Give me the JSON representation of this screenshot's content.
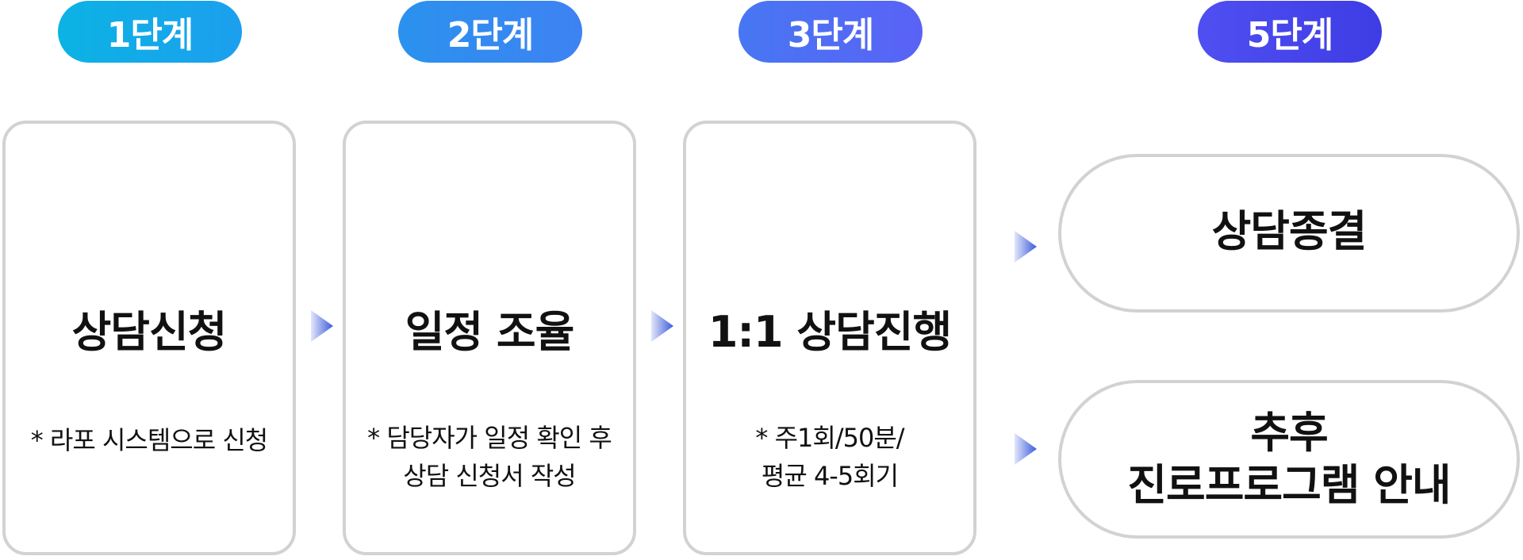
{
  "steps": [
    {
      "badge": "1단계",
      "title": "상담신청",
      "note": [
        "* 라포 시스템으로 신청"
      ]
    },
    {
      "badge": "2단계",
      "title": "일정 조율",
      "note": [
        "* 담당자가 일정 확인 후",
        "상담 신청서 작성"
      ]
    },
    {
      "badge": "3단계",
      "title": "1:1 상담진행",
      "note": [
        "* 주1회/50분/",
        "평균 4-5회기"
      ]
    }
  ],
  "final_step": {
    "badge": "5단계",
    "outcomes": [
      {
        "lines": [
          "상담종결"
        ]
      },
      {
        "lines": [
          "추후",
          "진로프로그램 안내"
        ]
      }
    ]
  },
  "colors": {
    "badge_1": [
      "#10b4e6",
      "#1aa3ee"
    ],
    "badge_2": [
      "#2e8ff0",
      "#3b84f2"
    ],
    "badge_3": [
      "#4a72f3",
      "#5563f5"
    ],
    "badge_5": [
      "#4a4af0",
      "#3f3ee6"
    ],
    "card_border": "#d2d2d2",
    "arrow": "#3b5bdb"
  }
}
